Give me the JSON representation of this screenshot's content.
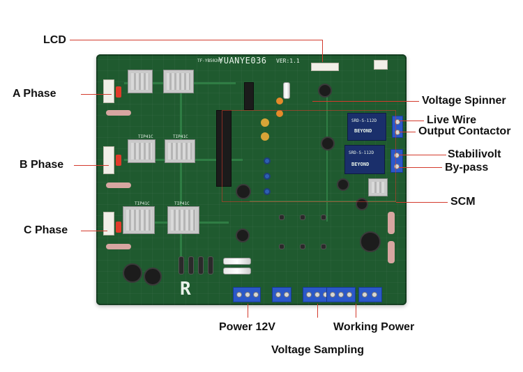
{
  "board": {
    "title": "YUANYE036",
    "version": "VER:1.1",
    "part_code": "TF-YB50200",
    "logo_text": "R",
    "relay_brand_1": "BEYOND",
    "relay_model_1": "SRD-S-112D",
    "relay_brand_2": "BEYOND",
    "relay_model_2": "SRD-S-112D",
    "transistor_1": "TIP41C",
    "transistor_2": "TIP41C",
    "transistor_3": "TIP41C",
    "transistor_4": "TIP41C"
  },
  "labels": {
    "lcd": "LCD",
    "a_phase": "A Phase",
    "b_phase": "B Phase",
    "c_phase": "C Phase",
    "voltage_spinner": "Voltage Spinner",
    "live_wire": "Live Wire",
    "output_contactor": "Output Contactor",
    "stabilivolt": "Stabilivolt",
    "bypass": "By-pass",
    "scm": "SCM",
    "power_12v": "Power 12V",
    "working_power": "Working Power",
    "voltage_sampling": "Voltage Sampling"
  },
  "colors": {
    "leader_line": "#d33a2c",
    "pcb_green": "#1f5a2f",
    "terminal_blue": "#2b58c9"
  }
}
